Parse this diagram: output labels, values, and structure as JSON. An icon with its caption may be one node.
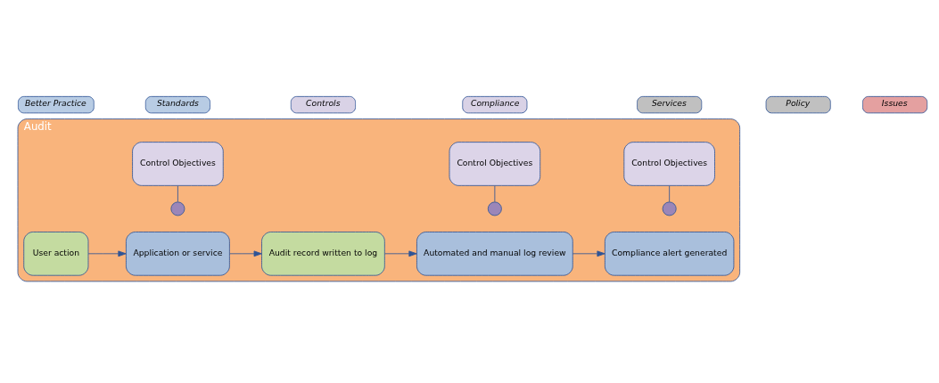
{
  "diagram": {
    "nodes": [
      {
        "text": [
          "Audit"
        ]
      },
      {
        "text": [
          "Better Practice"
        ]
      },
      {
        "text": [
          "Standards"
        ]
      },
      {
        "text": [
          "Controls"
        ]
      },
      {
        "text": [
          "Compliance"
        ]
      },
      {
        "text": [
          "Services"
        ]
      },
      {
        "text": [
          "Policy"
        ]
      },
      {
        "text": [
          "Issues"
        ]
      },
      {
        "text": [
          "Application or service"
        ],
        "in": 0
      },
      {
        "text": [],
        "shape": "circle",
        "in": 0
      },
      {
        "text": [
          "Control Objectives"
        ],
        "in": 0
      },
      {
        "text": [
          "Automated and manual log review"
        ],
        "in": 0
      },
      {
        "text": [],
        "shape": "circle",
        "in": 0
      },
      {
        "text": [
          "Control Objectives"
        ],
        "in": 0
      },
      {
        "text": [
          "Compliance alert generated"
        ],
        "in": 0
      },
      {
        "text": [],
        "shape": "circle",
        "in": 0
      },
      {
        "text": [
          "Control Objectives"
        ],
        "in": 0
      },
      {
        "text": [
          "User action"
        ],
        "in": 0
      },
      {
        "text": [
          "Audit record written to log"
        ],
        "in": 0
      }
    ],
    "edges": [
      {
        "from": 17,
        "to": 8,
        "arrow": "to"
      },
      {
        "from": 8,
        "to": 18,
        "arrow": "to"
      },
      {
        "from": 18,
        "to": 11,
        "arrow": "to"
      },
      {
        "from": 11,
        "to": 14,
        "arrow": "to"
      },
      {
        "from": 9,
        "to": 10,
        "arrow": "none"
      },
      {
        "from": 12,
        "to": 13,
        "arrow": "none"
      },
      {
        "from": 15,
        "to": 16,
        "arrow": "none"
      }
    ]
  }
}
